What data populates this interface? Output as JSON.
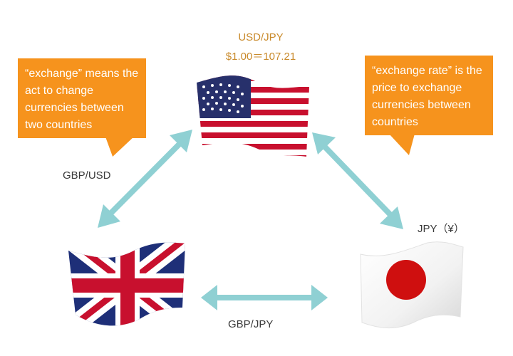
{
  "labels": {
    "usd_pair": "USD/JPY",
    "usd_rate": "$1.00＝107.21",
    "gbp_usd": "GBP/USD",
    "jpy": "JPY（¥）",
    "gbp_jpy": "GBP/JPY"
  },
  "callouts": {
    "left": "“exchange” means the act to change currencies between two countries",
    "right": "“exchange rate” is the price to exchange currencies between countries"
  },
  "colors": {
    "callout": "#f6931d",
    "arrow": "#8fd0d3",
    "usd_text": "#c98a2b"
  },
  "icons": [
    "usa-flag-icon",
    "uk-flag-icon",
    "japan-flag-icon",
    "double-arrow-icon"
  ]
}
